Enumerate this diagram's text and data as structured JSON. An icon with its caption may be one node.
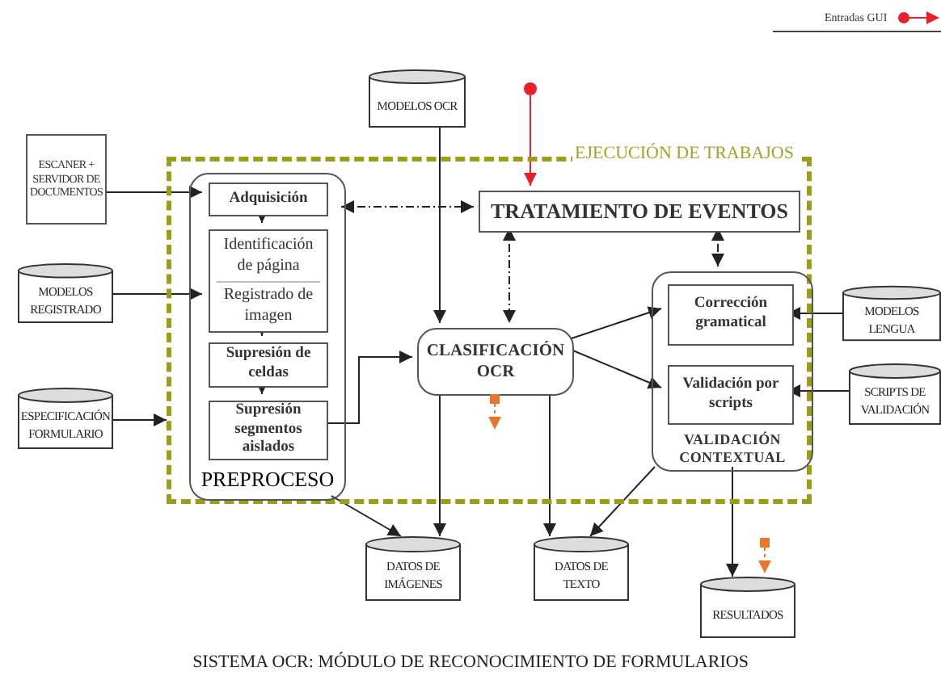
{
  "diagram": {
    "caption": "SISTEMA OCR: MÓDULO DE RECONOCIMIENTO DE FORMULARIOS",
    "nodes": [
      {
        "text": [
          "MODELOS OCR"
        ]
      },
      {
        "text": [],
        "shape": "circle"
      },
      {
        "text": [
          "EJECUCIÓN DE TRABAJOS"
        ]
      },
      {
        "text": [
          "PREPROCESO"
        ],
        "in": 2
      },
      {
        "text": [
          "Adquisición"
        ],
        "in": 3
      },
      {
        "text": [
          "Identificación de página",
          "Registrado de imagen"
        ],
        "in": 3
      },
      {
        "text": [
          "Supresión de celdas"
        ],
        "in": 3
      },
      {
        "text": [
          "Supresión segmentos aislados"
        ],
        "in": 3
      },
      {
        "text": [
          "TRATAMIENTO DE EVENTOS"
        ],
        "in": 2
      },
      {
        "text": [
          "CLASIFICACIÓN OCR"
        ],
        "in": 2
      },
      {
        "text": [
          "VALIDACIÓN CONTEXTUAL"
        ],
        "in": 2
      },
      {
        "text": [
          "Corrección gramatical"
        ],
        "in": 10
      },
      {
        "text": [
          "Validación por scripts"
        ],
        "in": 10
      },
      {
        "text": [
          "ESCANER + SERVIDOR DE DOCUMENTOS"
        ]
      },
      {
        "text": [
          "MODELOS REGISTRADO"
        ]
      },
      {
        "text": [
          "ESPECIFICACIÓN FORMULARIO"
        ]
      },
      {
        "text": [
          "MODELOS LENGUA"
        ]
      },
      {
        "text": [
          "SCRIPTS DE VALIDACIÓN"
        ]
      },
      {
        "text": [
          "DATOS DE IMÁGENES"
        ]
      },
      {
        "text": [
          "DATOS DE TEXTO"
        ]
      },
      {
        "text": [
          "RESULTADOS"
        ]
      }
    ],
    "edges": [
      {
        "from": 13,
        "to": 4,
        "arrow": "to"
      },
      {
        "from": 14,
        "to": 5,
        "arrow": "to"
      },
      {
        "from": 15,
        "to": 2,
        "arrow": "to"
      },
      {
        "from": 4,
        "to": 5,
        "arrow": "to"
      },
      {
        "from": 5,
        "to": 6,
        "arrow": "to"
      },
      {
        "from": 6,
        "to": 7,
        "arrow": "to"
      },
      {
        "from": 7,
        "to": 9,
        "arrow": "to"
      },
      {
        "from": 3,
        "to": 8,
        "arrow": "both",
        "style": "dashed"
      },
      {
        "from": 0,
        "to": 9,
        "arrow": "to"
      },
      {
        "from": 8,
        "to": 9,
        "arrow": "both",
        "style": "dashed"
      },
      {
        "from": 8,
        "to": 10,
        "arrow": "both",
        "style": "dashed"
      },
      {
        "from": 9,
        "to": 11,
        "arrow": "to"
      },
      {
        "from": 9,
        "to": 12,
        "arrow": "to"
      },
      {
        "from": 16,
        "to": 11,
        "arrow": "to"
      },
      {
        "from": 17,
        "to": 12,
        "arrow": "to"
      },
      {
        "from": 3,
        "to": 18,
        "arrow": "to"
      },
      {
        "from": 9,
        "to": 18,
        "arrow": "to"
      },
      {
        "from": 9,
        "to": 19,
        "arrow": "to"
      },
      {
        "from": 10,
        "to": 19,
        "arrow": "to"
      },
      {
        "from": 10,
        "to": 20,
        "arrow": "to"
      },
      {
        "from": 1,
        "to": 8,
        "arrow": "to",
        "color": "#e8202a"
      }
    ],
    "legend": [
      {
        "text": "Entradas GUI"
      }
    ]
  }
}
